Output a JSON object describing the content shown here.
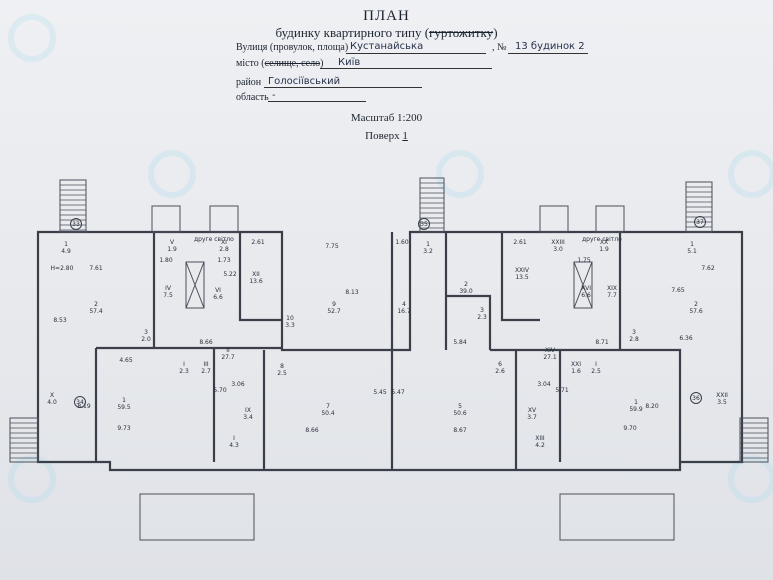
{
  "header": {
    "title": "ПЛАН",
    "subtitle_prefix": "будинку квартирного типу (",
    "subtitle_struck": "гуртожитку",
    "subtitle_suffix": ")"
  },
  "address": {
    "street_label": "Вулиця (провулок, площа)",
    "street_value": "Кустанайська",
    "number_label": ", №",
    "number_value": "13 будинок 2",
    "city_label_prefix": "місто (",
    "city_label_struck": "селище, село",
    "city_label_suffix": ")",
    "city_value": "Київ",
    "district_label": "район",
    "district_value": "Голосіївський",
    "region_label": "область",
    "region_value": "-"
  },
  "scale": {
    "label": "Масштаб 1:200",
    "floor_label": "Поверх",
    "floor_value": "1"
  },
  "rooms": [
    {
      "id": "1",
      "area": "4.9"
    },
    {
      "id": "2",
      "area": "57.4"
    },
    {
      "id": "3",
      "area": "2.0"
    },
    {
      "id": "1",
      "area": "59.5"
    },
    {
      "id": "X",
      "area": "4.0"
    },
    {
      "id": "V",
      "area": "1.9"
    },
    {
      "id": "IV",
      "area": "7.5"
    },
    {
      "id": "XI",
      "area": "2.8"
    },
    {
      "id": "VI",
      "area": "6.6"
    },
    {
      "id": "XII",
      "area": "13.6"
    },
    {
      "id": "10",
      "area": "3.3"
    },
    {
      "id": "9",
      "area": "52.7"
    },
    {
      "id": "4",
      "area": "16.7"
    },
    {
      "id": "1",
      "area": "3.2"
    },
    {
      "id": "2",
      "area": "39.0"
    },
    {
      "id": "3",
      "area": "2.3"
    },
    {
      "id": "XXIV",
      "area": "13.5"
    },
    {
      "id": "XVI",
      "area": "6.6"
    },
    {
      "id": "XXIII",
      "area": "3.0"
    },
    {
      "id": "XX",
      "area": "1.9"
    },
    {
      "id": "XIX",
      "area": "7.7"
    },
    {
      "id": "1",
      "area": "5.1"
    },
    {
      "id": "2",
      "area": "57.6"
    },
    {
      "id": "3",
      "area": "2.8"
    },
    {
      "id": "1",
      "area": "59.9"
    },
    {
      "id": "XXII",
      "area": "3.5"
    },
    {
      "id": "II",
      "area": "27.7"
    },
    {
      "id": "I",
      "area": "2.3"
    },
    {
      "id": "III",
      "area": "2.7"
    },
    {
      "id": "8",
      "area": "2.5"
    },
    {
      "id": "IX",
      "area": "3.4"
    },
    {
      "id": "I",
      "area": "4.3"
    },
    {
      "id": "7",
      "area": "50.4"
    },
    {
      "id": "5",
      "area": "50.6"
    },
    {
      "id": "6",
      "area": "2.6"
    },
    {
      "id": "XIV",
      "area": "27.1"
    },
    {
      "id": "XXI",
      "area": "1.6"
    },
    {
      "id": "I",
      "area": "2.5"
    },
    {
      "id": "XV",
      "area": "3.7"
    },
    {
      "id": "XIII",
      "area": "4.2"
    }
  ],
  "dimensions": [
    "7.61",
    "8.53",
    "4.65",
    "9.73",
    "8.19",
    "1.80",
    "1.73",
    "5.22",
    "2.61",
    "7.75",
    "1.60",
    "8.13",
    "8.66",
    "3.06",
    "5.70",
    "8.66",
    "5.45",
    "5.47",
    "8.67",
    "5.84",
    "2.61",
    "1.75",
    "7.62",
    "7.65",
    "8.71",
    "6.36",
    "3.04",
    "5.71",
    "9.70",
    "8.20",
    "H=2.80"
  ],
  "markers": [
    "33",
    "34",
    "35",
    "36",
    "37"
  ],
  "labels": {
    "duct": "друге світло"
  }
}
